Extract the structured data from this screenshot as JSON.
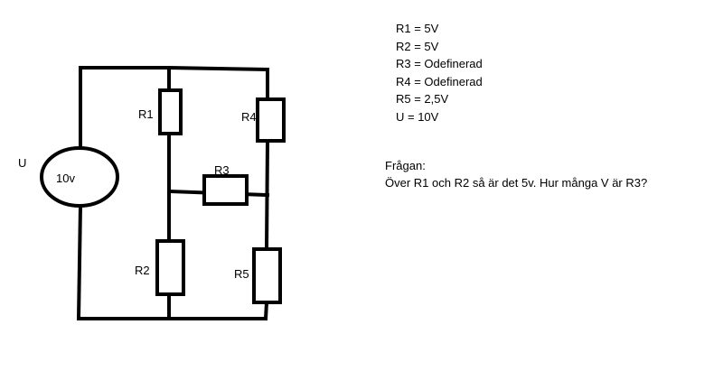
{
  "diagram": {
    "source_label": "U",
    "source_value": "10v",
    "resistor_labels": {
      "r1": "R1",
      "r2": "R2",
      "r3": "R3",
      "r4": "R4",
      "r5": "R5"
    }
  },
  "values_list": [
    "R1 = 5V",
    "R2 = 5V",
    "R3 = Odefinerad",
    "R4 = Odefinerad",
    "R5 = 2,5V",
    "U = 10V"
  ],
  "question": {
    "heading": "Frågan:",
    "text": "Över R1 och R2 så är det 5v. Hur många V är R3?"
  }
}
